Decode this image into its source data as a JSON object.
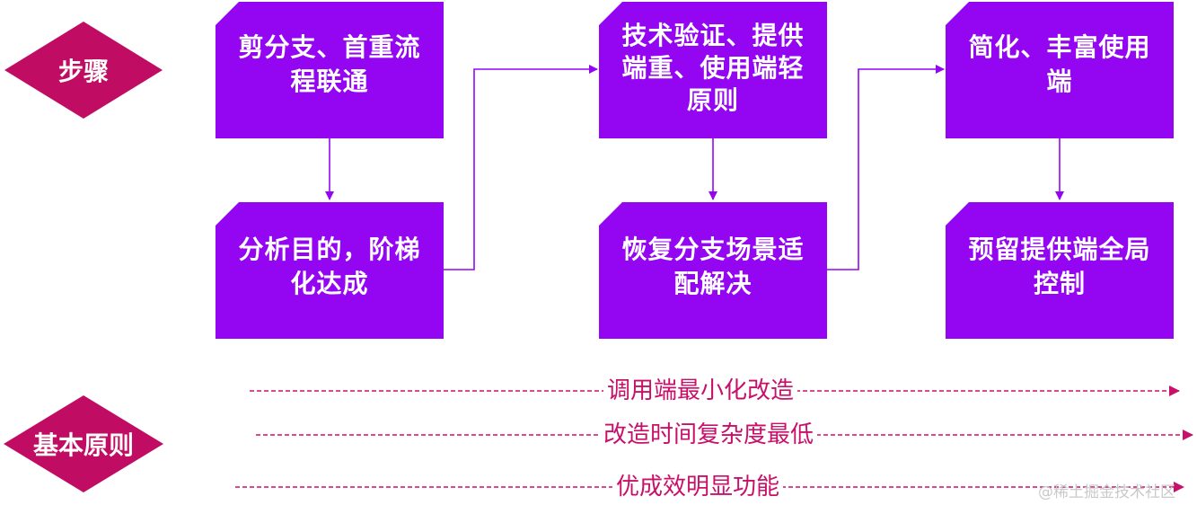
{
  "colors": {
    "box": "#9406f2",
    "diamond": "#c10c63",
    "principle_text": "#c8106a",
    "connector": "#9406f2"
  },
  "labels": {
    "steps": "步骤",
    "principles": "基本原则"
  },
  "boxes": [
    {
      "id": "box-1",
      "text": "剪分支、首重流程联通"
    },
    {
      "id": "box-2",
      "text": "分析目的，阶梯化达成"
    },
    {
      "id": "box-3",
      "text": "技术验证、提供端重、使用端轻原则"
    },
    {
      "id": "box-4",
      "text": "恢复分支场景适配解决"
    },
    {
      "id": "box-5",
      "text": "简化、丰富使用端"
    },
    {
      "id": "box-6",
      "text": "预留提供端全局控制"
    }
  ],
  "principles": [
    "调用端最小化改造",
    "改造时间复杂度最低",
    "优成效明显功能"
  ],
  "watermark": "@稀土掘金技术社区"
}
